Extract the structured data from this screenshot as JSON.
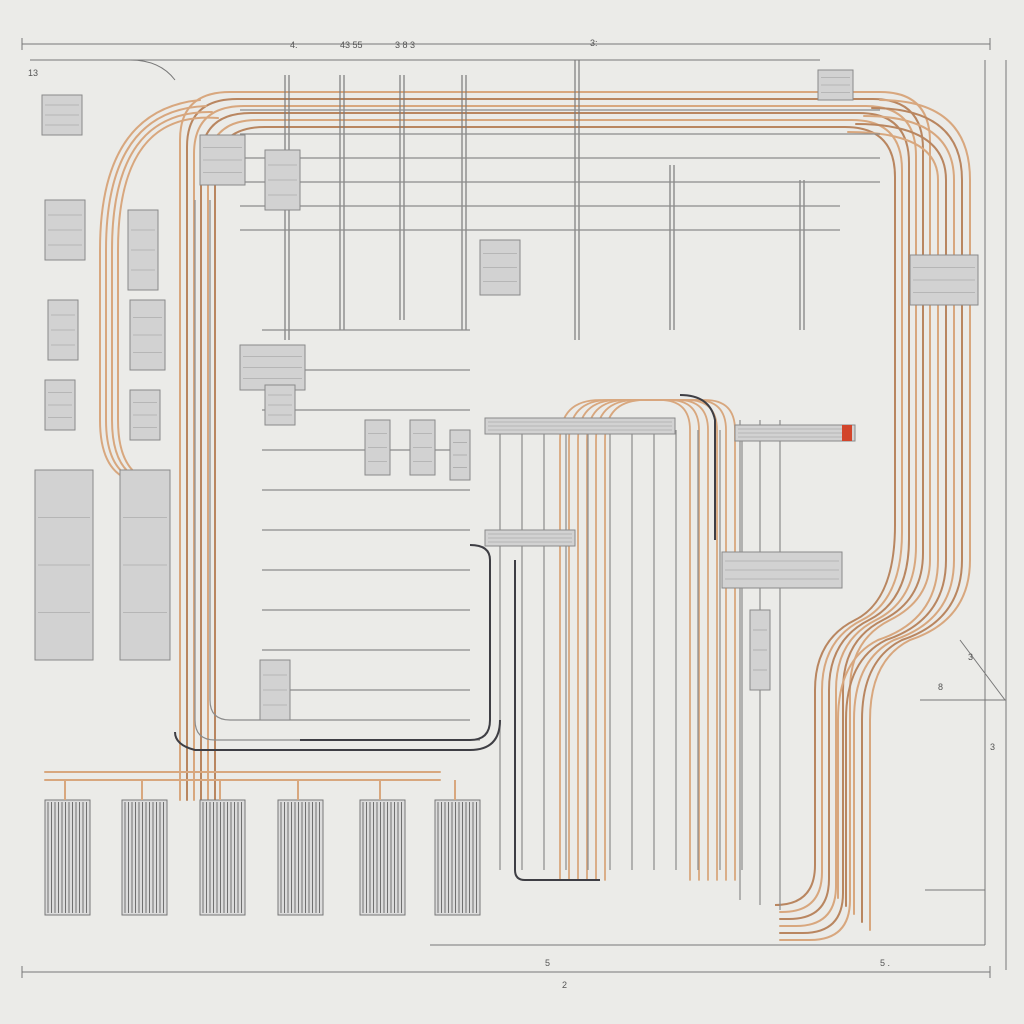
{
  "colors": {
    "background": "#ebebe8",
    "copper": "#d8a77e",
    "copper_dark": "#b98660",
    "line": "#7a7a7a",
    "dark_line": "#3e3e44",
    "component_fill": "#d2d2d2",
    "component_stroke": "#8a8a8a",
    "accent_red": "#d2452b"
  },
  "diagram": {
    "labels": {
      "top_dim_1": "4.",
      "top_dim_2": "43 55",
      "top_dim_3": "3 8 3",
      "top_dim_4": "3:",
      "left_dim": "13",
      "right_dim_1": "3",
      "right_dim_2": "3",
      "right_dim_3": "8",
      "bottom_dim_1": "5",
      "bottom_dim_2": "5 .",
      "bottom_dim_3": "2"
    },
    "icons": {
      "component": "electrical-component-icon",
      "radiator": "radiator-coil-icon",
      "terminal": "terminal-block-icon"
    }
  }
}
